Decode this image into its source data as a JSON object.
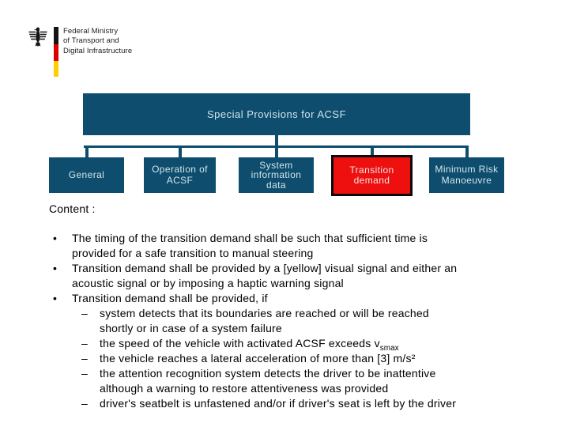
{
  "logo": {
    "name_lines": [
      "Federal Ministry",
      "of Transport and",
      "Digital Infrastructure"
    ],
    "flag_colors": {
      "black": "#141414",
      "red": "#DD0000",
      "gold": "#FFCE00"
    }
  },
  "diagram": {
    "root_label": "Special Provisions for ACSF",
    "colors": {
      "node_bg": "#0E4D6D",
      "node_text": "#D2E5EC",
      "highlight_bg": "#EE0F0F",
      "highlight_border": "#0B0B0B"
    },
    "nodes": {
      "general": {
        "lines": [
          "General"
        ]
      },
      "operation": {
        "lines": [
          "Operation of",
          "ACSF"
        ]
      },
      "system": {
        "lines": [
          "System",
          "information",
          "data"
        ]
      },
      "transition": {
        "lines": [
          "Transition",
          "demand"
        ],
        "highlighted": true
      },
      "mrm": {
        "lines": [
          "Minimum Risk",
          "Manoeuvre"
        ]
      }
    }
  },
  "content": {
    "heading": "Content :",
    "bullet_char": "•",
    "dash_char": "–",
    "bullets": [
      {
        "level": 1,
        "lines": [
          "The timing of the transition demand shall be such that sufficient time is",
          "provided for a safe transition to manual steering"
        ]
      },
      {
        "level": 1,
        "lines": [
          "Transition demand shall be provided by a [yellow] visual signal and either an",
          "acoustic signal or by imposing a haptic warning signal"
        ]
      },
      {
        "level": 1,
        "lines": [
          "Transition demand shall be provided, if"
        ]
      },
      {
        "level": 2,
        "lines": [
          "system detects that its boundaries are reached or will be reached",
          "shortly or in case of a system failure"
        ]
      },
      {
        "level": 2,
        "text": "the speed of the vehicle with activated ACSF exceeds v",
        "sub": "smax"
      },
      {
        "level": 2,
        "lines": [
          "the vehicle reaches a lateral acceleration of more than [3] m/s²"
        ]
      },
      {
        "level": 2,
        "lines": [
          "the attention recognition system detects the driver to be inattentive",
          "although a warning to restore attentiveness was provided"
        ]
      },
      {
        "level": 2,
        "lines": [
          "driver's seatbelt is unfastened and/or if driver's seat is left by the driver"
        ]
      }
    ]
  }
}
